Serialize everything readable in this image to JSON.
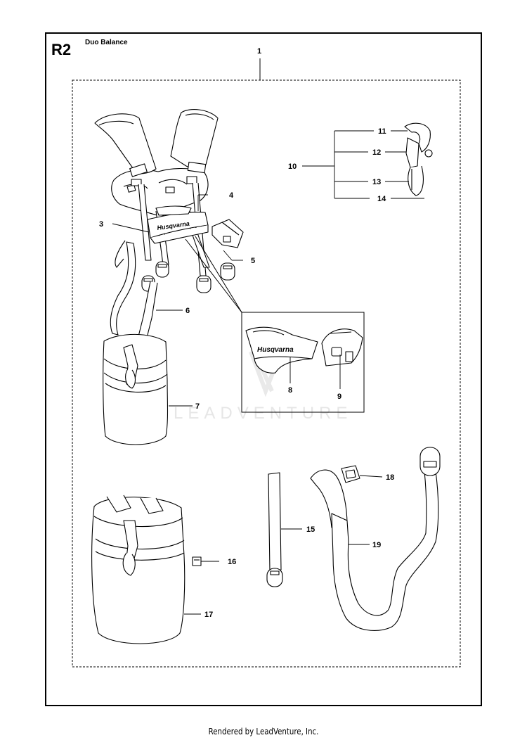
{
  "section": "R2",
  "title": "Duo Balance",
  "watermark": "LEADVENTURE",
  "brand": "Husqvarna",
  "footer": "Rendered by LeadVenture, Inc.",
  "callouts": {
    "c1": "1",
    "c3": "3",
    "c4": "4",
    "c5": "5",
    "c6": "6",
    "c7": "7",
    "c8": "8",
    "c9": "9",
    "c10": "10",
    "c11": "11",
    "c12": "12",
    "c13": "13",
    "c14": "14",
    "c15": "15",
    "c16": "16",
    "c17": "17",
    "c18": "18",
    "c19": "19"
  }
}
